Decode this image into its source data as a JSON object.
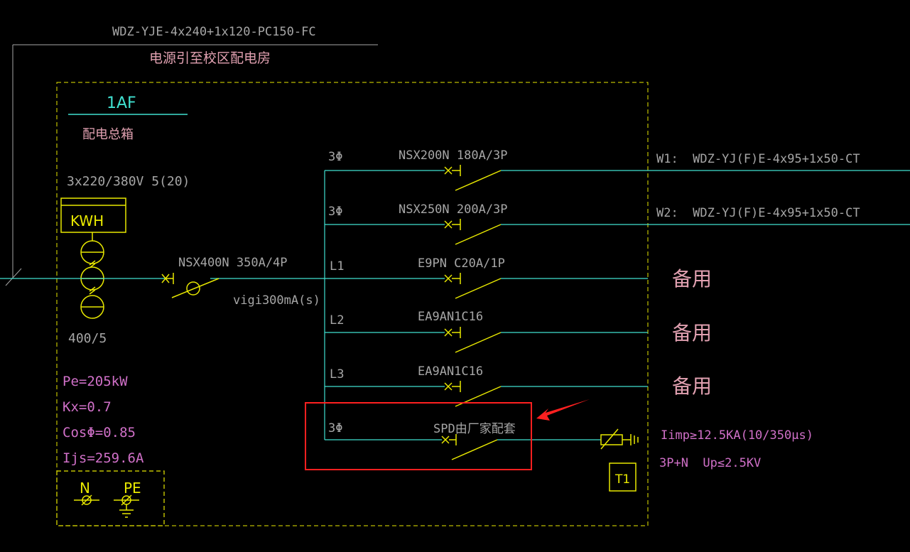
{
  "incoming": {
    "cable_spec": "WDZ-YJE-4x240+1x120-PC150-FC",
    "source_note": "电源引至校区配电房"
  },
  "panel": {
    "id": "1AF",
    "name": "配电总箱",
    "meter_rating": "3x220/380V 5(20)",
    "meter_label": "KWH",
    "ct_ratio": "400/5",
    "pe": "Pe=205kW",
    "kx": "Kx=0.7",
    "cos": "CosΦ=0.85",
    "ijs": "Ijs=259.6A",
    "n_label": "N",
    "pe_label": "PE"
  },
  "main_breaker": {
    "model": "NSX400N 350A/4P",
    "rcd": "vigi300mA(s)"
  },
  "circuits": [
    {
      "phase": "3Φ",
      "breaker": "NSX200N 180A/3P",
      "dest": "W1:  WDZ-YJ(F)E-4x95+1x50-CT"
    },
    {
      "phase": "3Φ",
      "breaker": "NSX250N 200A/3P",
      "dest": "W2:  WDZ-YJ(F)E-4x95+1x50-CT"
    },
    {
      "phase": "L1",
      "breaker": "E9PN C20A/1P",
      "dest": "备用"
    },
    {
      "phase": "L2",
      "breaker": "EA9AN1C16",
      "dest": "备用"
    },
    {
      "phase": "L3",
      "breaker": "EA9AN1C16",
      "dest": "备用"
    }
  ],
  "spd": {
    "phase": "3Φ",
    "label": "SPD由厂家配套",
    "imp": "Iimp≥12.5KA(10/350μs)",
    "spec": "3P+N  Up≤2.5KV",
    "class": "T1"
  },
  "colors": {
    "wire": "#40e0d0",
    "breaker": "#e8e800",
    "frame": "#e8e800",
    "highlight": "#ff2020",
    "label": "#a6a6a6",
    "note": "#e0a0b0",
    "spd_note": "#d070c8"
  }
}
